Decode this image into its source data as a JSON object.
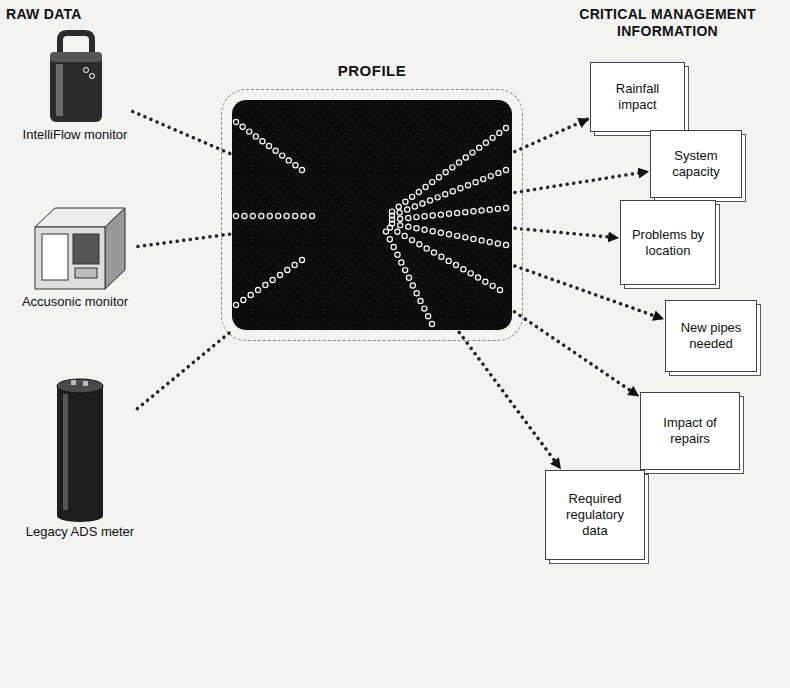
{
  "diagram": {
    "nodes": [
      {
        "text": [
          "IntelliFlow monitor"
        ]
      },
      {
        "text": [
          "Accusonic monitor"
        ]
      },
      {
        "text": [
          "Legacy ADS meter"
        ]
      },
      {
        "text": [
          "PROFILE"
        ]
      },
      {
        "text": [
          "Rainfall impact"
        ]
      },
      {
        "text": [
          "System capacity"
        ]
      },
      {
        "text": [
          "Problems by location"
        ]
      },
      {
        "text": [
          "New pipes needed"
        ]
      },
      {
        "text": [
          "Impact of repairs"
        ]
      },
      {
        "text": [
          "Required regulatory data"
        ]
      }
    ],
    "edges": [
      {
        "from": 0,
        "to": 3,
        "arrow": "none"
      },
      {
        "from": 1,
        "to": 3,
        "arrow": "none"
      },
      {
        "from": 2,
        "to": 3,
        "arrow": "none"
      },
      {
        "from": 3,
        "to": 4,
        "arrow": "to"
      },
      {
        "from": 3,
        "to": 5,
        "arrow": "to"
      },
      {
        "from": 3,
        "to": 6,
        "arrow": "to"
      },
      {
        "from": 3,
        "to": 7,
        "arrow": "to"
      },
      {
        "from": 3,
        "to": 8,
        "arrow": "to"
      },
      {
        "from": 3,
        "to": 9,
        "arrow": "to"
      }
    ],
    "labels": [
      "RAW DATA",
      "CRITICAL MANAGEMENT INFORMATION"
    ]
  }
}
